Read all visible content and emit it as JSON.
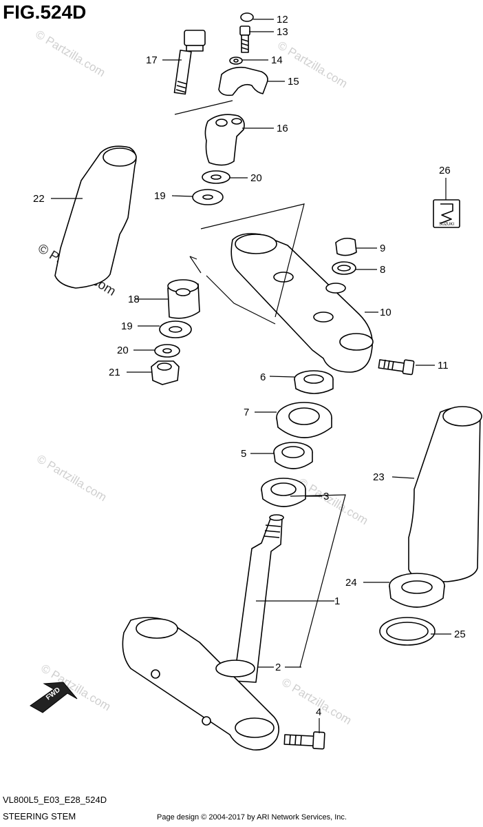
{
  "figure": {
    "title": "FIG.524D",
    "model_code": "VL800L5_E03_E28_524D",
    "subtitle": "STEERING STEM",
    "credit": "Page design © 2004-2017 by ARI Network Services, Inc."
  },
  "callouts": [
    "1",
    "2",
    "3",
    "4",
    "5",
    "6",
    "7",
    "8",
    "9",
    "10",
    "11",
    "12",
    "13",
    "14",
    "15",
    "16",
    "17",
    "18",
    "19",
    "19",
    "20",
    "20",
    "21",
    "22",
    "23",
    "24",
    "25",
    "26"
  ],
  "badges": {
    "fwd": "FWD",
    "brand": "SUZUKI"
  },
  "watermarks": [
    "© Partzilla.com",
    "© Partzilla.com",
    "© Partzilla.com",
    "© Partzilla.com",
    "© Partzilla.com",
    "© Partzilla.com",
    "© Partzilla.com"
  ]
}
